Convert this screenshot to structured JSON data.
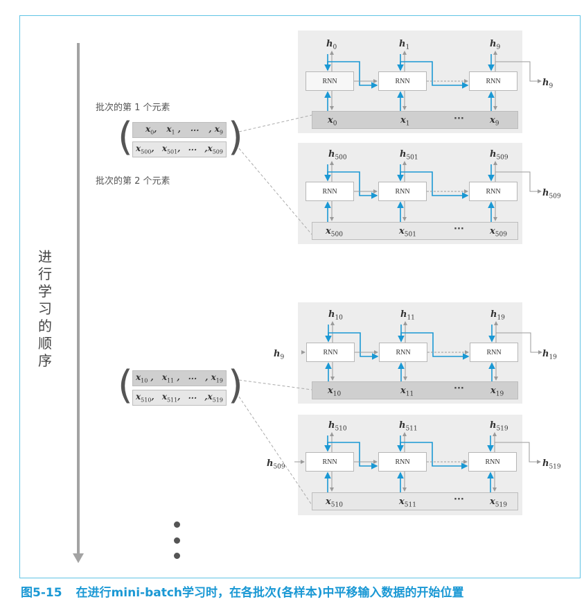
{
  "caption": {
    "number": "图5-15",
    "text": "在进行mini-batch学习时，在各批次(各样本)中平移输入数据的开始位置"
  },
  "vertical_label": [
    "进",
    "行",
    "学",
    "习",
    "的",
    "顺",
    "序"
  ],
  "annotations": {
    "first_element": "批次的第 1 个元素",
    "second_element": "批次的第 2 个元素"
  },
  "rnn_label": "RNN",
  "ellipsis": "···",
  "panels": [
    {
      "h": [
        "0",
        "1",
        "9"
      ],
      "x": [
        "0",
        "1",
        "9"
      ],
      "out": "9",
      "in": null
    },
    {
      "h": [
        "500",
        "501",
        "509"
      ],
      "x": [
        "500",
        "501",
        "509"
      ],
      "out": "509",
      "in": null
    },
    {
      "h": [
        "10",
        "11",
        "19"
      ],
      "x": [
        "10",
        "11",
        "19"
      ],
      "out": "19",
      "in": "9"
    },
    {
      "h": [
        "510",
        "511",
        "519"
      ],
      "x": [
        "510",
        "511",
        "519"
      ],
      "out": "519",
      "in": "509"
    }
  ],
  "batches": [
    {
      "row1": [
        "0",
        "1",
        "9"
      ],
      "row2": [
        "500",
        "501",
        "509"
      ]
    },
    {
      "row1": [
        "10",
        "11",
        "19"
      ],
      "row2": [
        "510",
        "511",
        "519"
      ]
    }
  ],
  "colors": {
    "accent": "#1a98d4",
    "frame": "#5fc3e4",
    "arrow_gray": "#9a9a9a"
  }
}
